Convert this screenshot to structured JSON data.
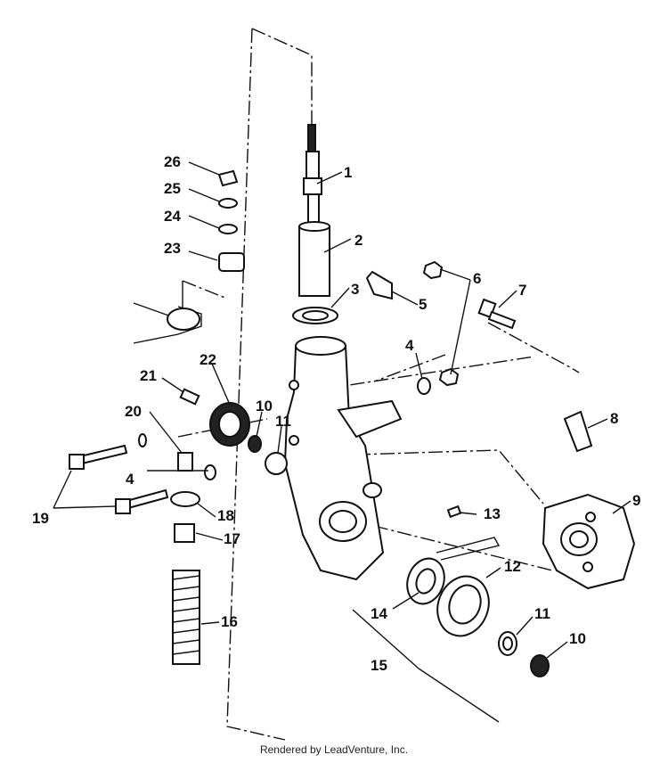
{
  "callouts": {
    "c1": "1",
    "c2": "2",
    "c3": "3",
    "c4a": "4",
    "c4b": "4",
    "c5": "5",
    "c6": "6",
    "c7": "7",
    "c8": "8",
    "c9": "9",
    "c10a": "10",
    "c10b": "10",
    "c11a": "11",
    "c11b": "11",
    "c12": "12",
    "c13": "13",
    "c14": "14",
    "c15": "15",
    "c16": "16",
    "c17": "17",
    "c18": "18",
    "c19": "19",
    "c20": "20",
    "c21": "21",
    "c22": "22",
    "c23": "23",
    "c24": "24",
    "c25": "25",
    "c26": "26"
  },
  "footer": {
    "credit": "Rendered by LeadVenture, Inc."
  },
  "colors": {
    "ink": "#111111",
    "paper": "#ffffff"
  }
}
